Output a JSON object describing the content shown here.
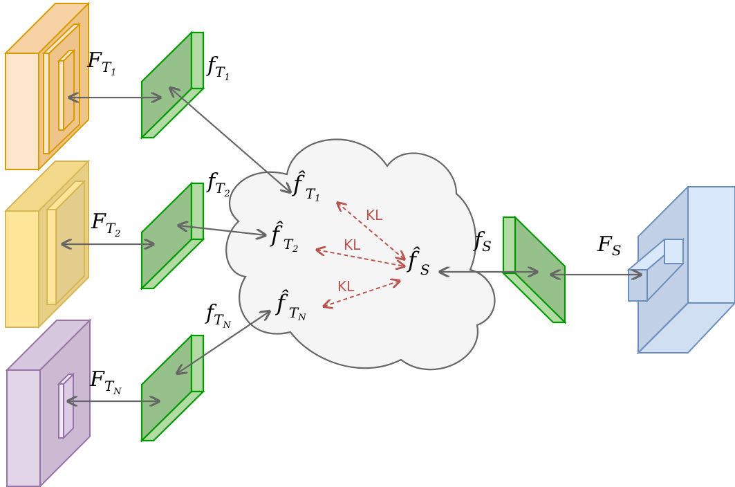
{
  "colors": {
    "teacher1_fill": "#ffe6cc",
    "teacher1_stroke": "#d79b00",
    "teacher2_fill": "#fff2cc",
    "teacher2_stroke": "#d6b656",
    "teacherN_fill": "#e1d5e7",
    "teacherN_stroke": "#9673a6",
    "student_fill": "#dae8fc",
    "student_stroke": "#6c8ebf",
    "green_fill": "#d5e8d4",
    "green_face": "#97c18a",
    "green_stroke": "#009900",
    "cloud_fill": "#f5f5f5",
    "cloud_stroke": "#666666",
    "arrow": "#666666",
    "kl": "#b85450"
  },
  "labels": {
    "F_T1": {
      "base": "F",
      "sub": "T",
      "subsub": "1"
    },
    "F_T2": {
      "base": "F",
      "sub": "T",
      "subsub": "2"
    },
    "F_TN": {
      "base": "F",
      "sub": "T",
      "subsub": "N"
    },
    "f_T1": {
      "base": "f",
      "sub": "T",
      "subsub": "1"
    },
    "f_T2": {
      "base": "f",
      "sub": "T",
      "subsub": "2"
    },
    "f_TN": {
      "base": "f",
      "sub": "T",
      "subsub": "N"
    },
    "fhat_T1": {
      "base": "f̂",
      "sub": "T",
      "subsub": "1"
    },
    "fhat_T2": {
      "base": "f̂",
      "sub": "T",
      "subsub": "2"
    },
    "fhat_TN": {
      "base": "f̂",
      "sub": "T",
      "subsub": "N"
    },
    "fhat_S": {
      "base": "f̂",
      "sub": "S"
    },
    "f_S": {
      "base": "f",
      "sub": "S"
    },
    "F_S": {
      "base": "F",
      "sub": "S"
    },
    "kl": "KL"
  }
}
